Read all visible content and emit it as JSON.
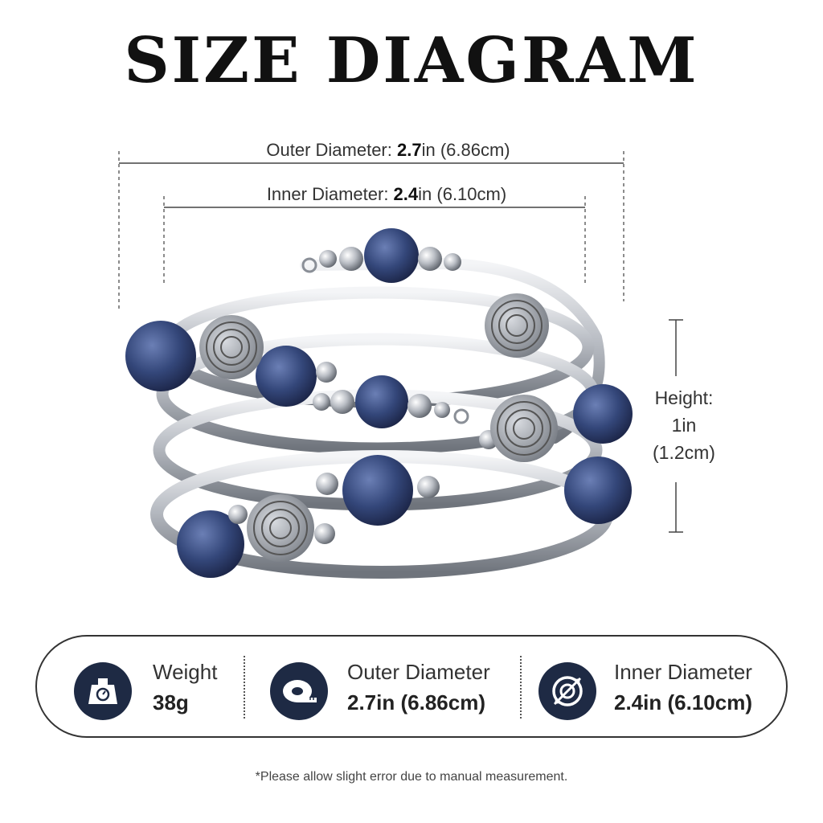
{
  "title": "SIZE DIAGRAM",
  "dimensions": {
    "outer": {
      "prefix": "Outer Diameter: ",
      "value": "2.7",
      "suffix": "in (6.86cm)"
    },
    "inner": {
      "prefix": "Inner Diameter: ",
      "value": "2.4",
      "suffix": "in (6.10cm)"
    },
    "height": {
      "line1": "Height:",
      "line2": "1in",
      "line3": "(1.2cm)"
    }
  },
  "specs": [
    {
      "label": "Weight",
      "value": "38g",
      "icon": "scale-icon"
    },
    {
      "label": "Outer Diameter",
      "value": "2.7in (6.86cm)",
      "icon": "tape-measure-icon"
    },
    {
      "label": "Inner Diameter",
      "value": "2.4in (6.10cm)",
      "icon": "target-ring-icon"
    }
  ],
  "note": "*Please allow slight error due to manual measurement.",
  "colors": {
    "icon_bg": "#1e2a44",
    "bead": "#34477a",
    "silver": "#c8ccd2",
    "text": "#222222"
  }
}
